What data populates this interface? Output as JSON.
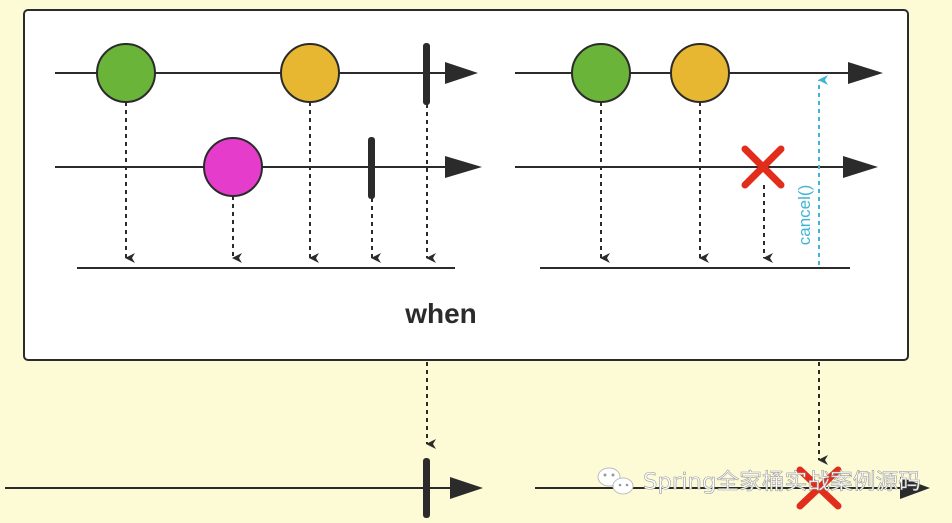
{
  "operator_label": "when",
  "cancel_label": "cancel()",
  "watermark_text": "Spring全家桶实战案例源码",
  "watermark_icon": "wechat-icon",
  "colors": {
    "background": "#fdfbd6",
    "box_fill": "#ffffff",
    "line": "#2b2b2b",
    "green": "#6ab43a",
    "amber": "#e8b732",
    "magenta": "#e63ccc",
    "error_x": "#e22c1c",
    "cancel": "#3fb4d4"
  }
}
